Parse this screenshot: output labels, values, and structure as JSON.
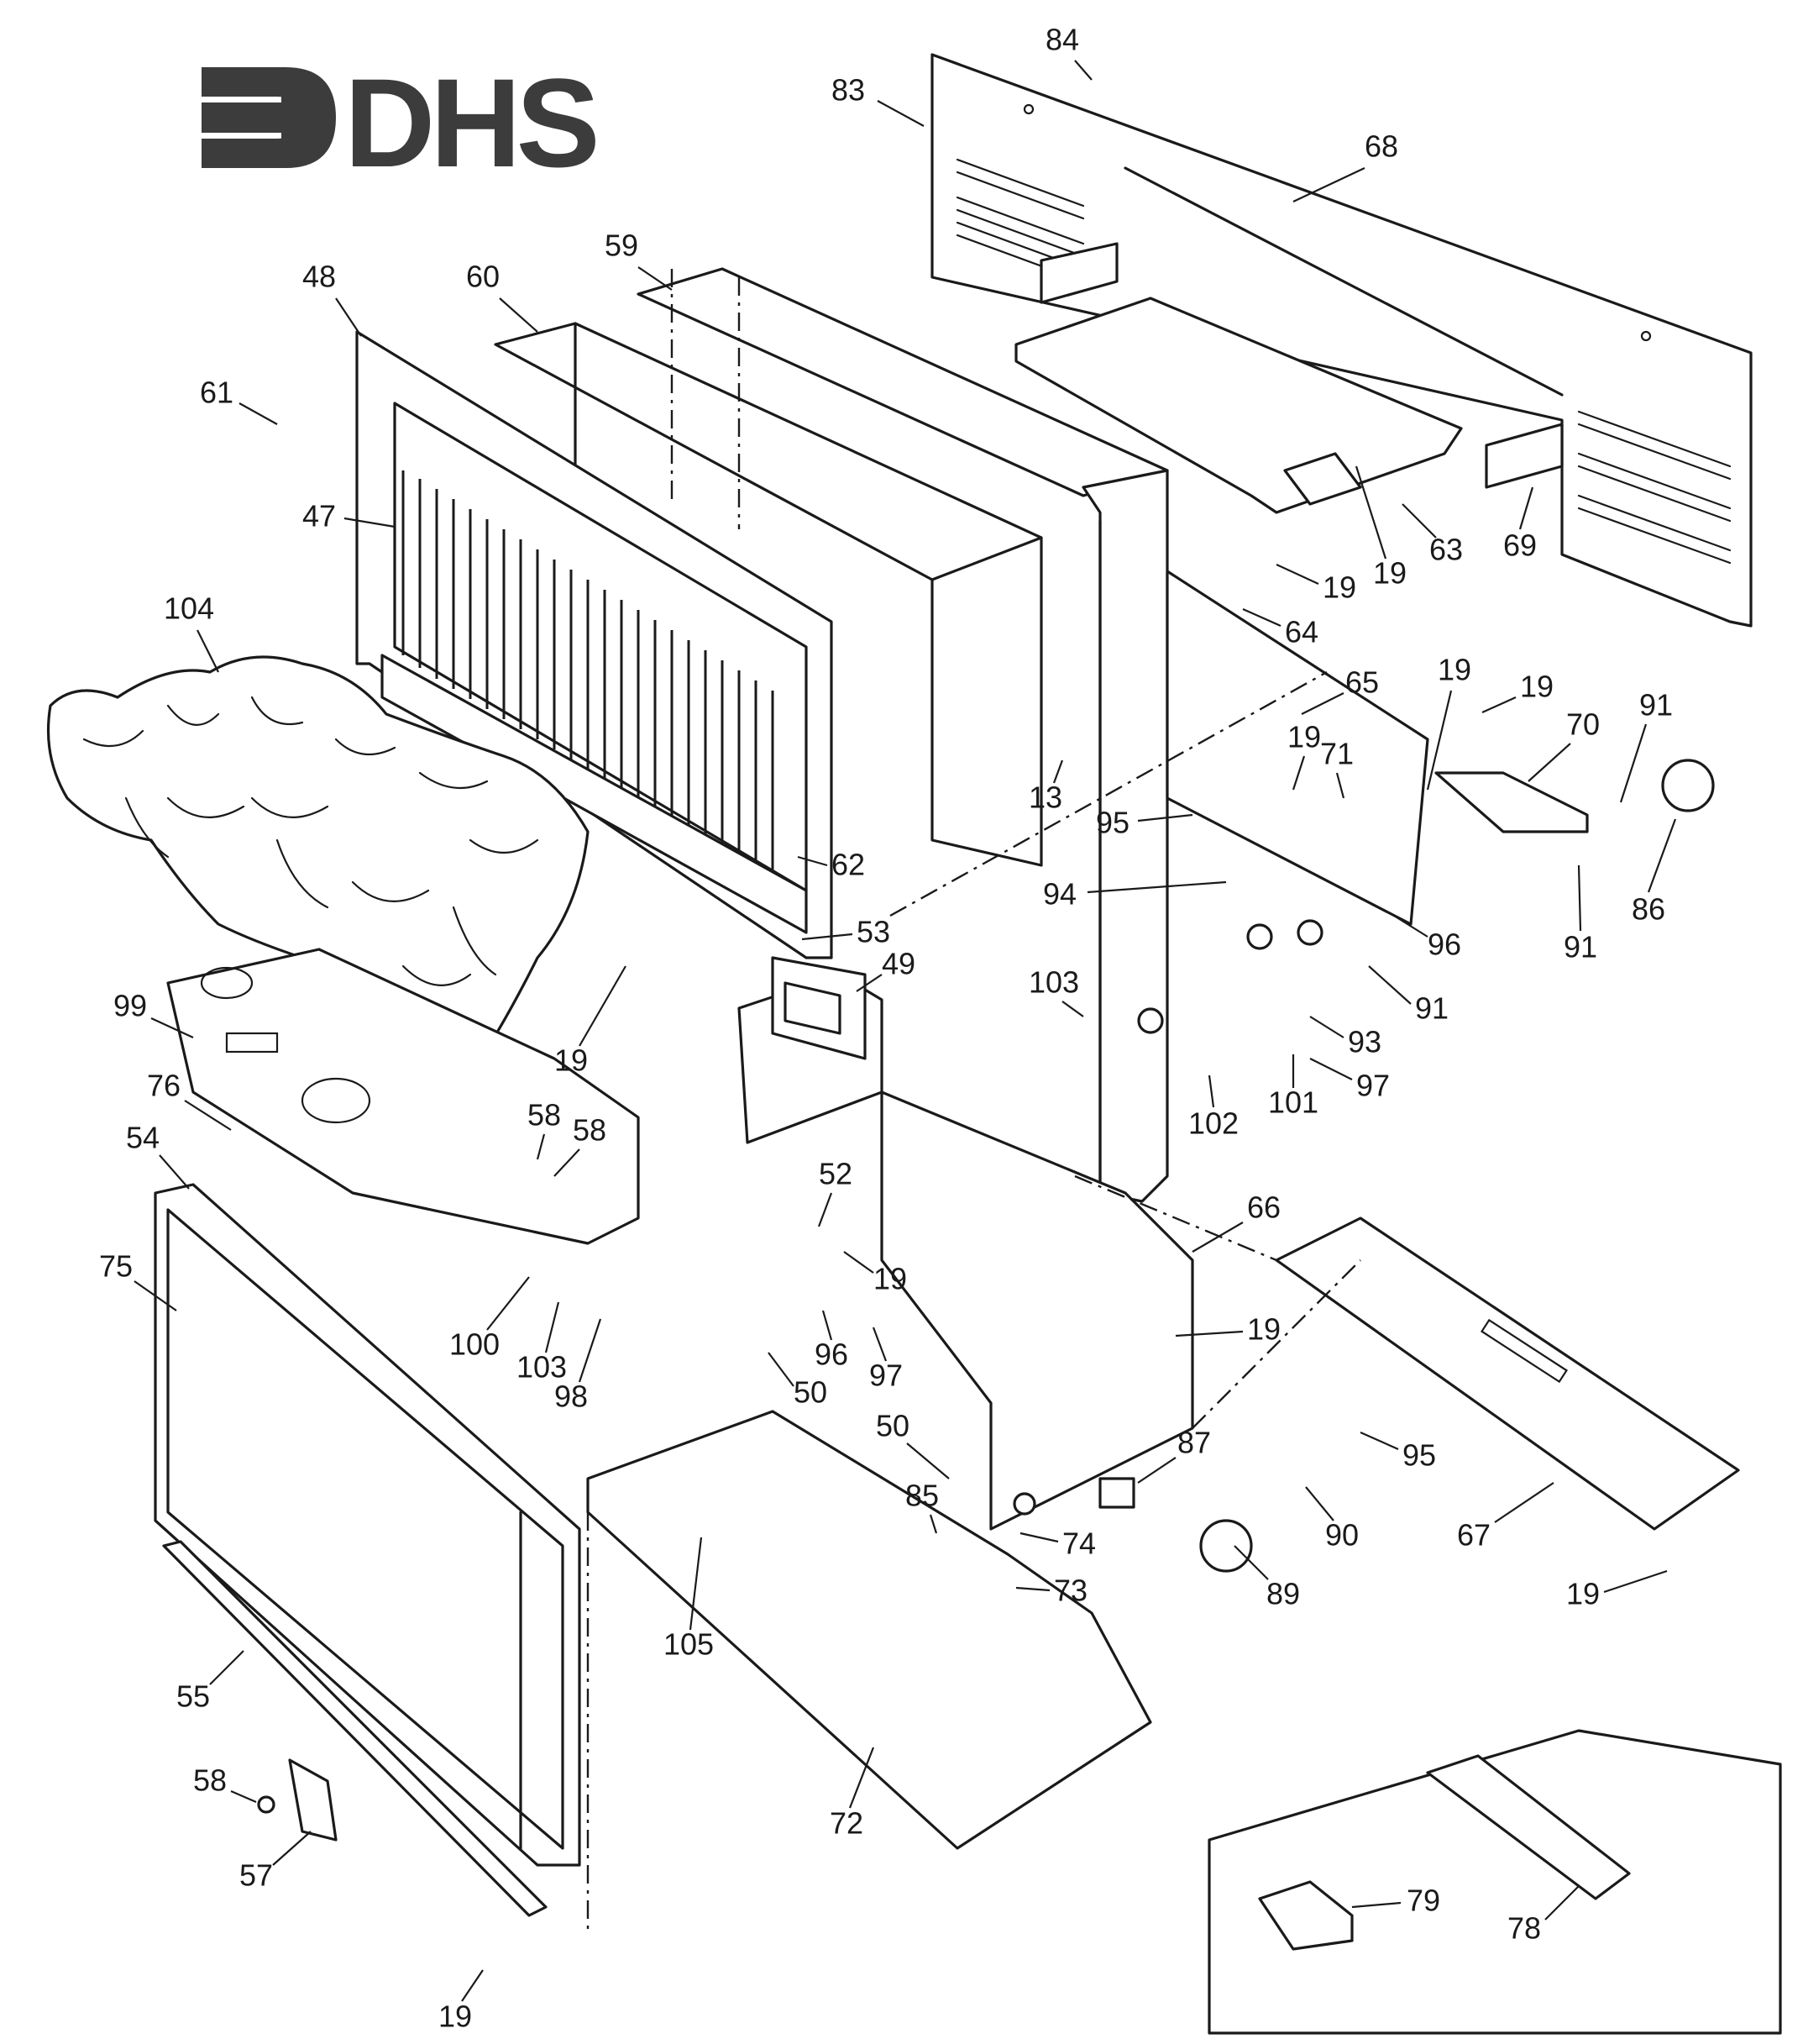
{
  "logo": {
    "text": "DHS"
  },
  "callouts": {
    "c84": "84",
    "c83": "83",
    "c68": "68",
    "c59": "59",
    "c60": "60",
    "c48": "48",
    "c61": "61",
    "c47": "47",
    "c104": "104",
    "c62": "62",
    "c53": "53",
    "c49": "49",
    "c19_a": "19",
    "c19_b": "19",
    "c63": "63",
    "c69": "69",
    "c64": "64",
    "c65": "65",
    "c19_c": "19",
    "c19_d": "19",
    "c19_e": "19",
    "c71": "71",
    "c70": "70",
    "c91_a": "91",
    "c86": "86",
    "c91_b": "91",
    "c13": "13",
    "c95_a": "95",
    "c94": "94",
    "c96_a": "96",
    "c91_c": "91",
    "c103_a": "103",
    "c93": "93",
    "c97_a": "97",
    "c101": "101",
    "c102": "102",
    "c99": "99",
    "c76": "76",
    "c19_f": "19",
    "c58_a": "58",
    "c58_b": "58",
    "c54": "54",
    "c75": "75",
    "c52": "52",
    "c19_g": "19",
    "c66": "66",
    "c19_h": "19",
    "c100": "100",
    "c103_b": "103",
    "c98": "98",
    "c96_b": "96",
    "c97_b": "97",
    "c50_a": "50",
    "c50_b": "50",
    "c87": "87",
    "c95_b": "95",
    "c85": "85",
    "c74": "74",
    "c90": "90",
    "c67": "67",
    "c73": "73",
    "c89": "89",
    "c19_i": "19",
    "c105": "105",
    "c55": "55",
    "c72": "72",
    "c58_c": "58",
    "c57": "57",
    "c79": "79",
    "c78": "78",
    "c19_j": "19"
  }
}
